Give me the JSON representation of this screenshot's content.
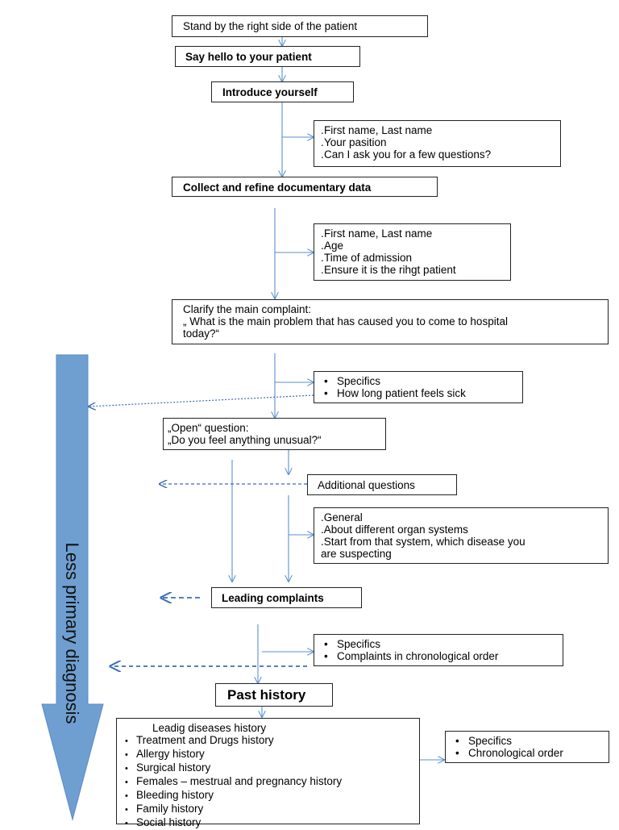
{
  "steps": {
    "stand": "Stand by the right side of the patient",
    "hello": "Say hello to your patient",
    "introduce": "Introduce yourself",
    "collect": "Collect and refine documentary data",
    "complaint_title": "Clarify the main complaint:",
    "complaint_q1": "„ What is the main problem that has caused you to come to hospital",
    "complaint_q2": "today?“",
    "open_title": "„Open“ question:",
    "open_q": "„Do you feel anything unusual?“",
    "additional": "Additional questions",
    "leading": "Leading complaints",
    "past": "Past history"
  },
  "notes": {
    "introduce_items": [
      "First name, Last name",
      "Your pasition",
      "Can I ask you for a few questions?"
    ],
    "collect_items": [
      "First name, Last name",
      "Age",
      "Time of admission",
      "Ensure it is the rihgt patient"
    ],
    "complaint_items": [
      "Specifics",
      "How long patient feels sick"
    ],
    "additional_items": [
      "General",
      "About different organ systems",
      "Start from that system, which disease you",
      "are suspecting"
    ],
    "leading_items": [
      "Specifics",
      "Complaints in chronological order"
    ],
    "past_items": [
      "Specifics",
      "Chronological order"
    ]
  },
  "history": {
    "first": "Leadig diseases history",
    "items": [
      "Treatment and Drugs history",
      "Allergy history",
      "Surgical history",
      "Females – mestrual and pregnancy history",
      "Bleeding history",
      "Family history",
      "Social history"
    ]
  },
  "side_arrow": {
    "label": "Less primary diagnosis",
    "color": "#6f9fd1"
  },
  "colors": {
    "connector": "#5b8fcf",
    "dashed": "#3a6db5"
  }
}
